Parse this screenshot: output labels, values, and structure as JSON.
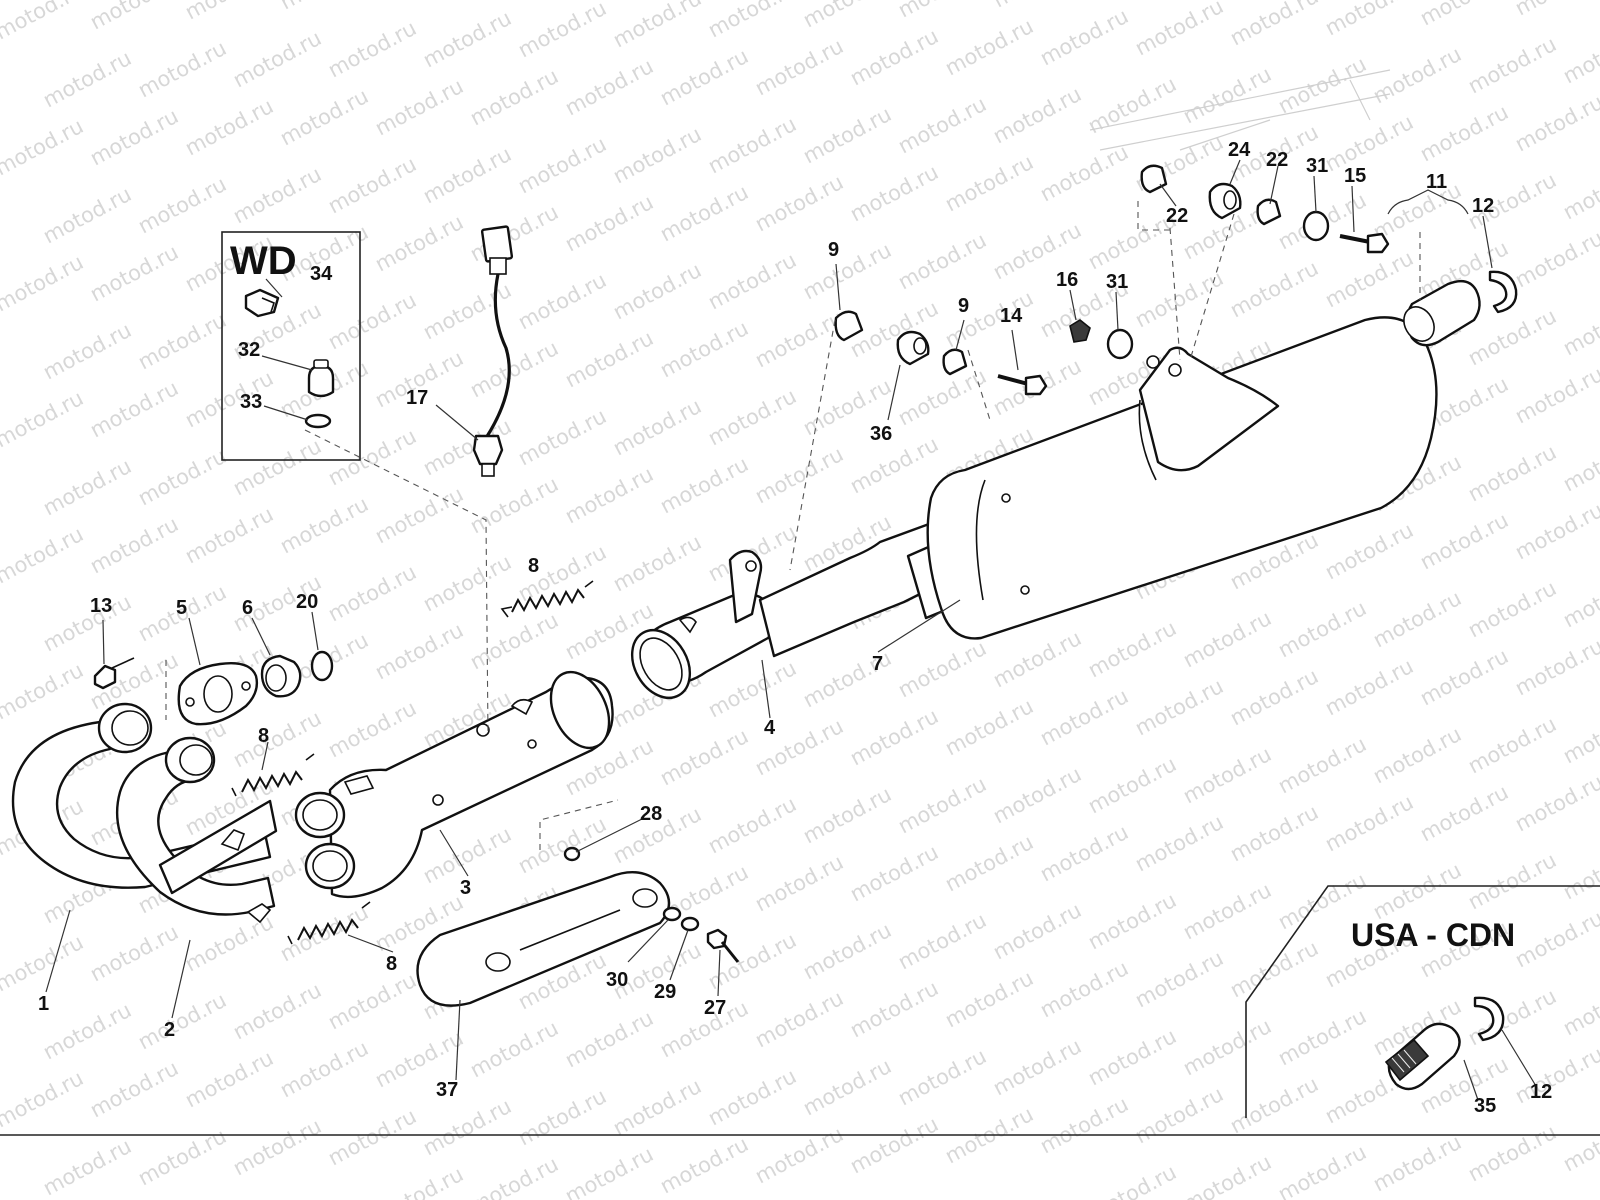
{
  "watermark": {
    "text": "motod.ru"
  },
  "insets": {
    "wd": {
      "title": "WD"
    },
    "usa": {
      "title": "USA - CDN"
    }
  },
  "callouts": [
    {
      "id": "c1",
      "text": "1"
    },
    {
      "id": "c2",
      "text": "2"
    },
    {
      "id": "c3",
      "text": "3"
    },
    {
      "id": "c4",
      "text": "4"
    },
    {
      "id": "c5",
      "text": "5"
    },
    {
      "id": "c6",
      "text": "6"
    },
    {
      "id": "c7",
      "text": "7"
    },
    {
      "id": "c8a",
      "text": "8"
    },
    {
      "id": "c8b",
      "text": "8"
    },
    {
      "id": "c8c",
      "text": "8"
    },
    {
      "id": "c9a",
      "text": "9"
    },
    {
      "id": "c9b",
      "text": "9"
    },
    {
      "id": "c11",
      "text": "11"
    },
    {
      "id": "c12a",
      "text": "12"
    },
    {
      "id": "c12b",
      "text": "12"
    },
    {
      "id": "c13",
      "text": "13"
    },
    {
      "id": "c14",
      "text": "14"
    },
    {
      "id": "c15",
      "text": "15"
    },
    {
      "id": "c16",
      "text": "16"
    },
    {
      "id": "c17",
      "text": "17"
    },
    {
      "id": "c20",
      "text": "20"
    },
    {
      "id": "c22a",
      "text": "22"
    },
    {
      "id": "c22b",
      "text": "22"
    },
    {
      "id": "c24",
      "text": "24"
    },
    {
      "id": "c27",
      "text": "27"
    },
    {
      "id": "c28",
      "text": "28"
    },
    {
      "id": "c29",
      "text": "29"
    },
    {
      "id": "c30",
      "text": "30"
    },
    {
      "id": "c31a",
      "text": "31"
    },
    {
      "id": "c31b",
      "text": "31"
    },
    {
      "id": "c32",
      "text": "32"
    },
    {
      "id": "c33",
      "text": "33"
    },
    {
      "id": "c34",
      "text": "34"
    },
    {
      "id": "c35",
      "text": "35"
    },
    {
      "id": "c36",
      "text": "36"
    },
    {
      "id": "c37",
      "text": "37"
    }
  ]
}
